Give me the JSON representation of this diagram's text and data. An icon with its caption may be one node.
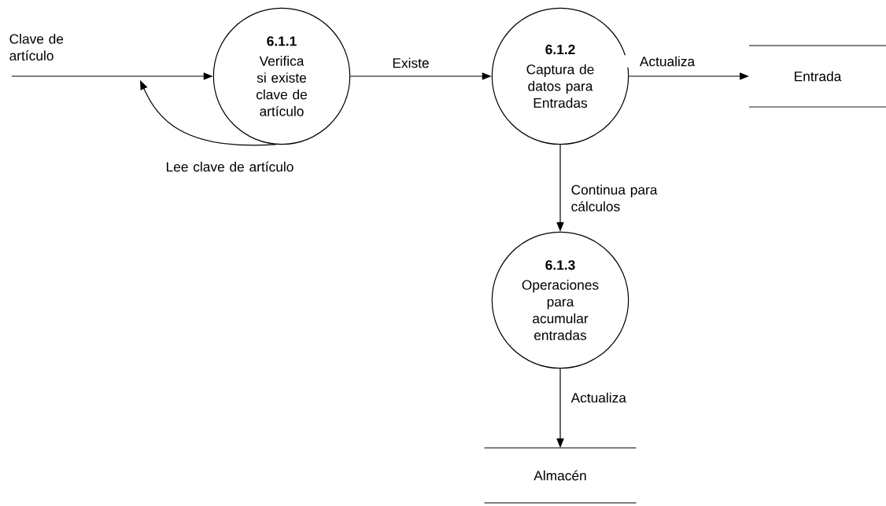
{
  "diagram": {
    "nodes": [
      {
        "text": [
          "6.1.1",
          "Verifica si existe clave de artículo"
        ]
      },
      {
        "text": [
          "6.1.2",
          "Captura de datos para Entradas"
        ]
      },
      {
        "text": [
          "Entrada"
        ]
      },
      {
        "text": [
          "6.1.3",
          "Operaciones para acumular entradas"
        ]
      },
      {
        "text": [
          "Almacén"
        ]
      }
    ],
    "edges": [
      {
        "from": null,
        "to": 0,
        "arrow": "to",
        "label": "Clave de artículo"
      },
      {
        "from": 0,
        "to": null,
        "arrow": "to",
        "label": "Lee clave de artículo"
      },
      {
        "from": 0,
        "to": 1,
        "arrow": "to",
        "label": "Existe"
      },
      {
        "from": 1,
        "to": 2,
        "arrow": "to",
        "label": "Actualiza"
      },
      {
        "from": 1,
        "to": 3,
        "arrow": "to",
        "label": "Continua para cálculos"
      },
      {
        "from": 3,
        "to": 4,
        "arrow": "to",
        "label": "Actualiza"
      }
    ]
  }
}
